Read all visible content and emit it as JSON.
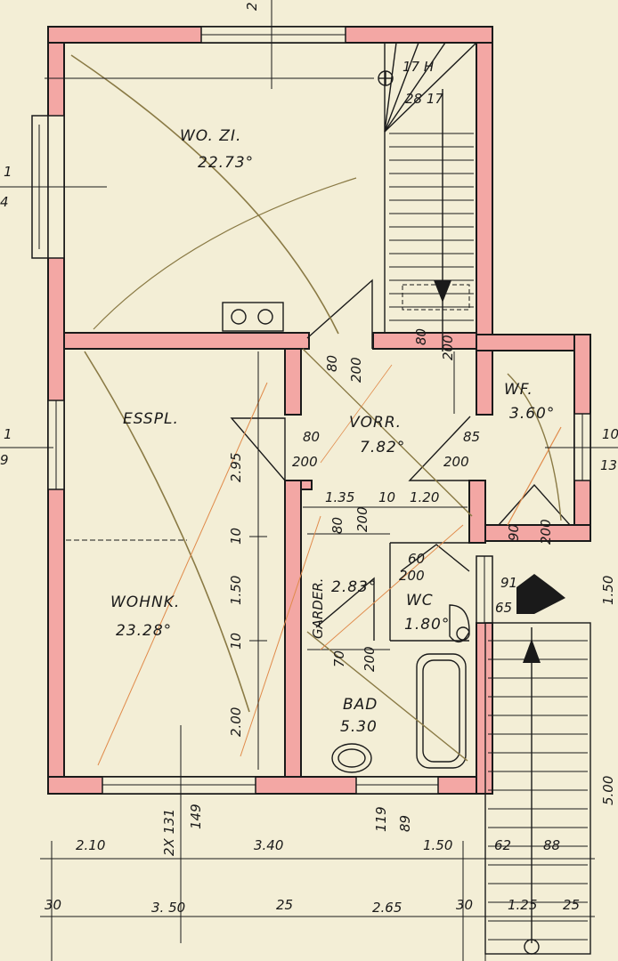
{
  "top_marker": "2",
  "left_markers": [
    "1",
    "4",
    "1",
    "9"
  ],
  "right_markers": [
    "10",
    "13"
  ],
  "rooms": {
    "wozi_name": "WO. ZI.",
    "wozi_area": "22.73°",
    "esspl_name": "ESSPL.",
    "wohnk_name": "WOHNK.",
    "wohnk_area": "23.28°",
    "vorr_name": "VORR.",
    "vorr_area": "7.82°",
    "wf_name": "WF.",
    "wf_area": "3.60°",
    "garder_name": "GARDER.",
    "garder_area": "2.83°",
    "wc_name": "WC",
    "wc_area": "1.80°",
    "bad_name": "BAD",
    "bad_area": "5.30"
  },
  "stair": {
    "label_top": "17 H",
    "label_bottom": "28 17"
  },
  "openings": {
    "o1_w": "80",
    "o1_h": "200",
    "o2_w": "80",
    "o2_h": "200",
    "o3_w": "80",
    "o3_h": "200",
    "o4_w": "85",
    "o4_h": "200",
    "o5_w": "80",
    "o5_h": "200",
    "o6_w": "60",
    "o6_h": "200",
    "o7_w": "70",
    "o7_h": "200",
    "o8_w": "90",
    "o8_h": "200",
    "o9_w": "91",
    "o9_h": "65"
  },
  "dims": {
    "v_295": "2.95",
    "v_10a": "10",
    "v_150": "1.50",
    "v_10b": "10",
    "v_200": "2.00",
    "h_135": "1.35",
    "h_10": "10",
    "h_120": "1.20",
    "right_150": "1.50",
    "right_500": "5.00",
    "b1_210": "2.10",
    "b1_2x131": "2X 131",
    "b1_149": "149",
    "b1_340": "3.40",
    "b1_119": "119",
    "b1_89": "89",
    "b1_150": "1.50",
    "b1_62": "62",
    "b1_88": "88",
    "b2_30a": "30",
    "b2_350": "3. 50",
    "b2_25a": "25",
    "b2_265": "2.65",
    "b2_30b": "30",
    "b2_125": "1.25",
    "b2_25b": "25"
  },
  "colors": {
    "paper": "#f3eed6",
    "wall": "#f3a7a4",
    "ink": "#1a1a1a",
    "pencil": "#8a7a45",
    "orange": "#e08a4a"
  }
}
